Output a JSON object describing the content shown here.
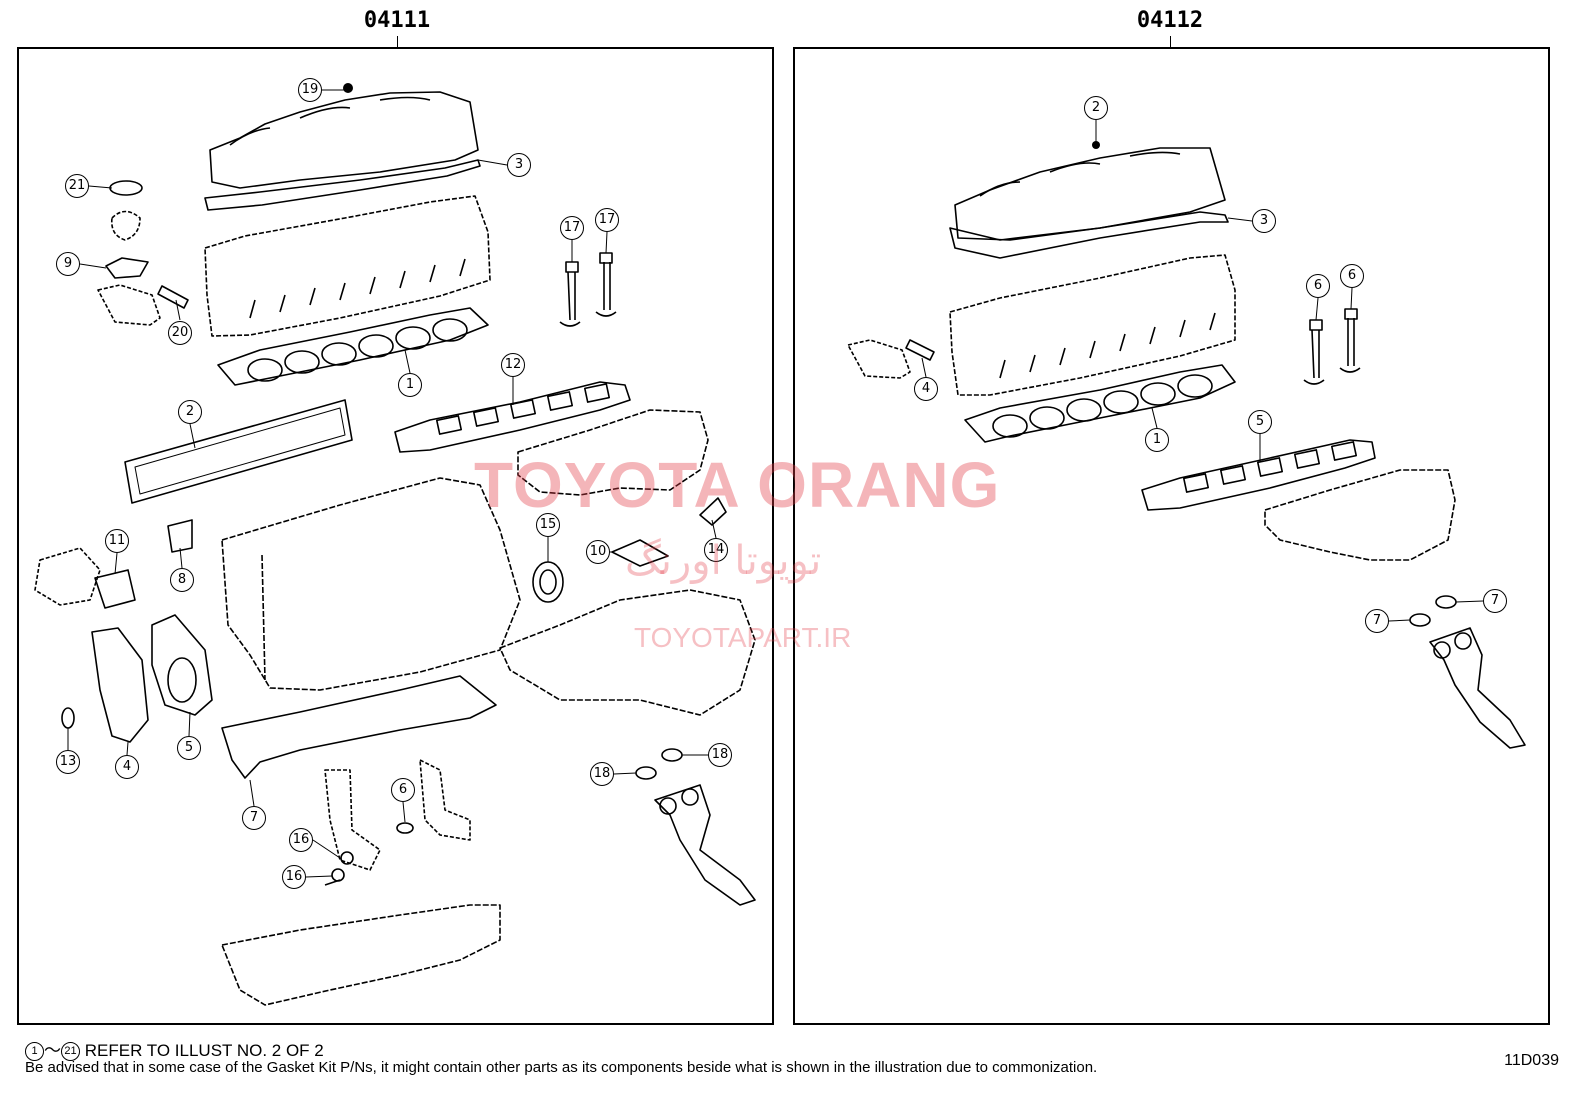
{
  "kits": [
    {
      "part_number": "04111"
    },
    {
      "part_number": "04112"
    }
  ],
  "callouts": {
    "left": [
      "19",
      "21",
      "3",
      "9",
      "20",
      "17",
      "17",
      "1",
      "12",
      "2",
      "11",
      "8",
      "15",
      "10",
      "14",
      "13",
      "4",
      "5",
      "7",
      "6",
      "16",
      "16",
      "18",
      "18"
    ],
    "right": [
      "2",
      "3",
      "6",
      "6",
      "4",
      "1",
      "5",
      "7",
      "7"
    ]
  },
  "watermark": {
    "brand": "TOYOTA ORANG",
    "brand_fa": "تویوتا اورنگ",
    "url": "TOYOTAPART.IR"
  },
  "footer": {
    "range_start": "1",
    "range_end": "21",
    "range_separator": "～",
    "refer_text": "REFER TO ILLUST NO. 2 OF 2",
    "advisory": "Be advised that in some case of the Gasket Kit P/Ns,  it might contain other parts as its components beside what is shown in the illustration due to commonization.",
    "illustration_code": "11D039"
  },
  "colors": {
    "watermark": "#e23c46",
    "line": "#000000"
  }
}
